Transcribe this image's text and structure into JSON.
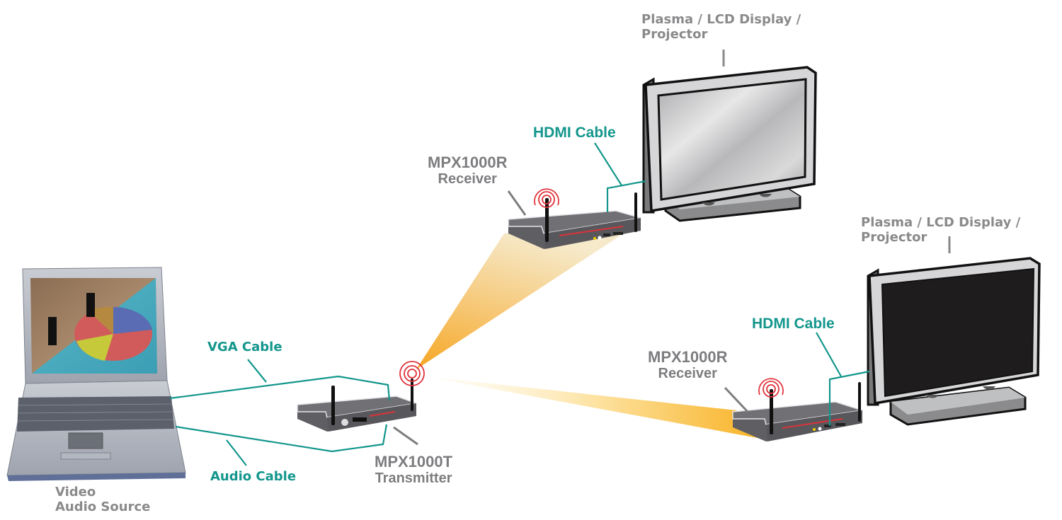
{
  "labels": {
    "display_top": {
      "line1": "Plasma / LCD Display /",
      "line2": "Projector"
    },
    "display_right": {
      "line1": "Plasma / LCD Display /",
      "line2": "Projector"
    },
    "hdmi_top": "HDMI Cable",
    "hdmi_right": "HDMI Cable",
    "receiver_top": {
      "model": "MPX1000R",
      "role": "Receiver"
    },
    "receiver_right": {
      "model": "MPX1000R",
      "role": "Receiver"
    },
    "transmitter": {
      "model": "MPX1000T",
      "role": "Transmitter"
    },
    "vga_cable": "VGA Cable",
    "audio_cable": "Audio Cable",
    "source": {
      "line1": "Video",
      "line2": "Audio Source"
    }
  },
  "colors": {
    "cable": "#13968c",
    "label_gray": "#8a8a8c",
    "signal_red": "#e0313a",
    "beam": "#f7b232",
    "device_body": "#6b6b6f"
  },
  "devices": [
    {
      "id": "laptop",
      "name": "Video Audio Source"
    },
    {
      "id": "transmitter",
      "name": "MPX1000T Transmitter"
    },
    {
      "id": "receiver-1",
      "name": "MPX1000R Receiver"
    },
    {
      "id": "receiver-2",
      "name": "MPX1000R Receiver"
    },
    {
      "id": "display-1",
      "name": "Plasma / LCD Display / Projector",
      "screen": "off-silver"
    },
    {
      "id": "display-2",
      "name": "Plasma / LCD Display / Projector",
      "screen": "black"
    }
  ]
}
